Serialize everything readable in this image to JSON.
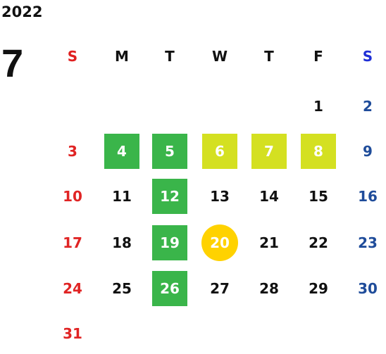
{
  "calendar": {
    "year": "2022",
    "month": "7",
    "weekdays": [
      "S",
      "M",
      "T",
      "W",
      "T",
      "F",
      "S"
    ],
    "weekday_colors": [
      "#e02020",
      "#111111",
      "#111111",
      "#111111",
      "#111111",
      "#111111",
      "#1f2fd6"
    ],
    "colors": {
      "sunday": "#e02424",
      "saturday": "#1f4c9a",
      "weekday": "#111111",
      "green_highlight": "#3ab54a",
      "lime_highlight": "#d4e021",
      "today_circle": "#ffd200"
    },
    "weeks": [
      [
        null,
        null,
        null,
        null,
        null,
        {
          "d": "1"
        },
        {
          "d": "2"
        }
      ],
      [
        {
          "d": "3"
        },
        {
          "d": "4",
          "hl": "green"
        },
        {
          "d": "5",
          "hl": "green"
        },
        {
          "d": "6",
          "hl": "lime"
        },
        {
          "d": "7",
          "hl": "lime"
        },
        {
          "d": "8",
          "hl": "lime"
        },
        {
          "d": "9"
        }
      ],
      [
        {
          "d": "10"
        },
        {
          "d": "11"
        },
        {
          "d": "12",
          "hl": "green"
        },
        {
          "d": "13"
        },
        {
          "d": "14"
        },
        {
          "d": "15"
        },
        {
          "d": "16"
        }
      ],
      [
        {
          "d": "17"
        },
        {
          "d": "18"
        },
        {
          "d": "19",
          "hl": "green"
        },
        {
          "d": "20",
          "hl": "today"
        },
        {
          "d": "21"
        },
        {
          "d": "22"
        },
        {
          "d": "23"
        }
      ],
      [
        {
          "d": "24"
        },
        {
          "d": "25"
        },
        {
          "d": "26",
          "hl": "green"
        },
        {
          "d": "27"
        },
        {
          "d": "28"
        },
        {
          "d": "29"
        },
        {
          "d": "30"
        }
      ],
      [
        {
          "d": "31"
        },
        null,
        null,
        null,
        null,
        null,
        null
      ]
    ]
  }
}
